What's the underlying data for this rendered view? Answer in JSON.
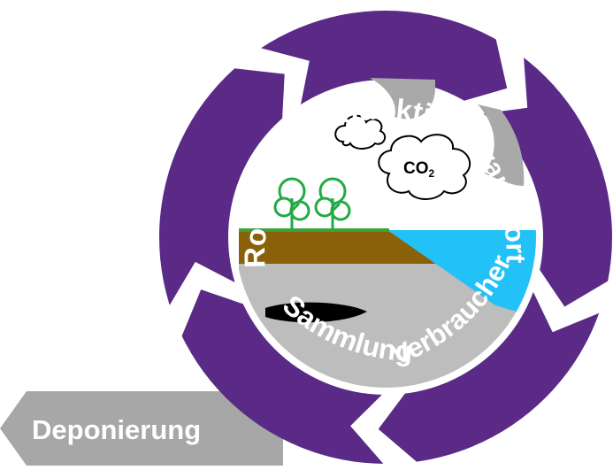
{
  "colors": {
    "ring": "#5b2a86",
    "ring_gap": "#ffffff",
    "label_text": "#ffffff",
    "arrow_gray": "#a7a7a7",
    "soil": "#8a6108",
    "rock": "#bdbdbd",
    "water": "#22c1f7",
    "grass": "#3aa33a",
    "tree": "#22aa44",
    "oil": "#000000",
    "cloud_stroke": "#000000",
    "chimney_gray": "#a9a9a9"
  },
  "cycle": {
    "segments": [
      {
        "label": "Produktion"
      },
      {
        "label": "Transport"
      },
      {
        "label": "Verbraucher"
      },
      {
        "label": "Sammlung"
      },
      {
        "label": "Rohstoffe"
      }
    ]
  },
  "exit_arrow": {
    "label": "Deponierung"
  },
  "scene": {
    "co2_label": "CO",
    "co2_subscript": "2",
    "icons": [
      "tree-icon",
      "tree-icon",
      "cloud-icon",
      "cloud-icon",
      "oil-deposit-icon"
    ]
  }
}
